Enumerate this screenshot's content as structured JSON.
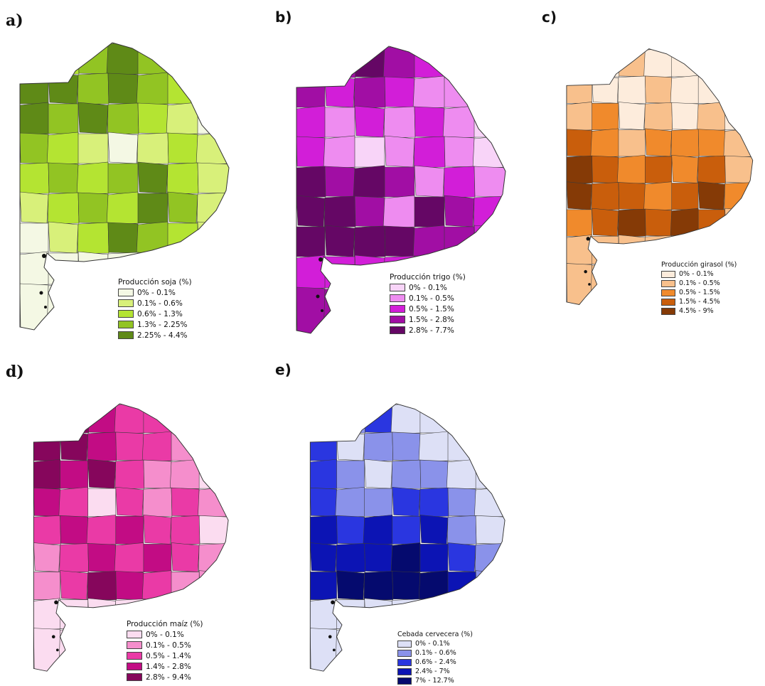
{
  "panels": [
    {
      "id": "a",
      "letter": "a)",
      "legend_title": "Producción soja (%)",
      "classes": [
        {
          "label": "0% - 0.1%",
          "color": "#f4f8e4"
        },
        {
          "label": "0.1% - 0.6%",
          "color": "#d8f07a"
        },
        {
          "label": "0.6% - 1.3%",
          "color": "#b4e432"
        },
        {
          "label": "1.3% - 2.25%",
          "color": "#92c423"
        },
        {
          "label": "2.25% - 4.4%",
          "color": "#5f8a17"
        }
      ]
    },
    {
      "id": "b",
      "letter": "b)",
      "legend_title": "Producción trigo (%)",
      "classes": [
        {
          "label": "0% - 0.1%",
          "color": "#f8d4f8"
        },
        {
          "label": "0.1% - 0.5%",
          "color": "#ee8cf0"
        },
        {
          "label": "0.5% - 1.5%",
          "color": "#d21ed8"
        },
        {
          "label": "1.5% - 2.8%",
          "color": "#a10ea4"
        },
        {
          "label": "2.8% - 7.7%",
          "color": "#650765"
        }
      ]
    },
    {
      "id": "c",
      "letter": "c)",
      "legend_title": "Producción girasol (%)",
      "classes": [
        {
          "label": "0% - 0.1%",
          "color": "#fdecdc"
        },
        {
          "label": "0.1% - 0.5%",
          "color": "#f8c08c"
        },
        {
          "label": "0.5% - 1.5%",
          "color": "#f08a2c"
        },
        {
          "label": "1.5% - 4.5%",
          "color": "#c95e0c"
        },
        {
          "label": "4.5% - 9%",
          "color": "#853a06"
        }
      ]
    },
    {
      "id": "d",
      "letter": "d)",
      "legend_title": "Producción maíz (%)",
      "classes": [
        {
          "label": "0% - 0.1%",
          "color": "#fbdcf0"
        },
        {
          "label": "0.1% - 0.5%",
          "color": "#f58ecc"
        },
        {
          "label": "0.5% - 1.4%",
          "color": "#ea3aa6"
        },
        {
          "label": "1.4% - 2.8%",
          "color": "#c20c84"
        },
        {
          "label": "2.8% - 9.4%",
          "color": "#86065c"
        }
      ]
    },
    {
      "id": "e",
      "letter": "e)",
      "legend_title": "Cebada cervecera (%)",
      "classes": [
        {
          "label": "0% - 0.1%",
          "color": "#dde0f6"
        },
        {
          "label": "0.1% - 0.6%",
          "color": "#8a92ea"
        },
        {
          "label": "0.6% - 2.4%",
          "color": "#2a36e0"
        },
        {
          "label": "2.4% - 7%",
          "color": "#0c14b4"
        },
        {
          "label": "7% - 12.7%",
          "color": "#050a6e"
        }
      ]
    }
  ]
}
